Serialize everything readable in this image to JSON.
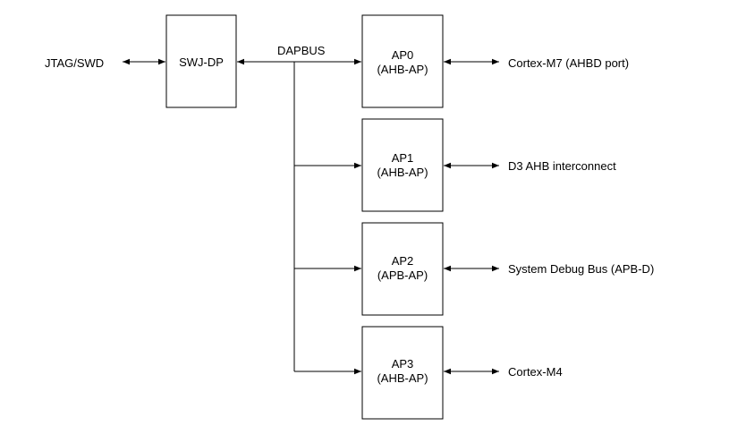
{
  "external_port": {
    "label": "JTAG/SWD"
  },
  "dp": {
    "label": "SWJ-DP"
  },
  "bus": {
    "label": "DAPBUS"
  },
  "access_ports": [
    {
      "name": "AP0",
      "type": "(AHB-AP)",
      "target": "Cortex-M7 (AHBD port)"
    },
    {
      "name": "AP1",
      "type": "(AHB-AP)",
      "target": "D3 AHB interconnect"
    },
    {
      "name": "AP2",
      "type": "(APB-AP)",
      "target": "System Debug Bus (APB-D)"
    },
    {
      "name": "AP3",
      "type": "(AHB-AP)",
      "target": "Cortex-M4"
    }
  ]
}
